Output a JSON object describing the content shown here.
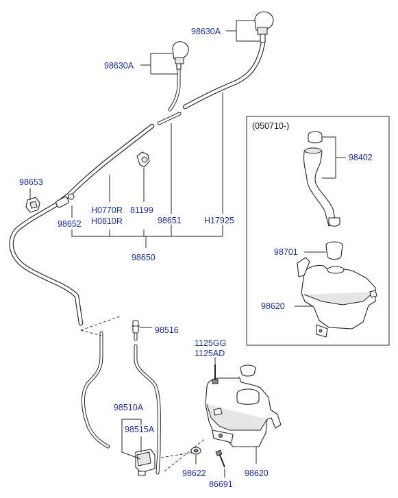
{
  "inset": {
    "title": "(050710-)"
  },
  "labels": {
    "nozzle_right": "98630A",
    "nozzle_left": "98630A",
    "clip_left": "98653",
    "joint_left": "98652",
    "hose_a": "H0770R",
    "hose_b": "H0810R",
    "clip_mid": "81199",
    "joint_mid": "98651",
    "hose_main": "H17925",
    "hose_assy": "98650",
    "connector": "98516",
    "bolt_a": "1125GG",
    "bolt_b": "1125AD",
    "motor_assy": "98510A",
    "motor": "98515A",
    "grommet": "98622",
    "screw": "86691",
    "reservoir": "98620",
    "inset_neck": "98402",
    "inset_seal": "98701",
    "inset_reservoir": "98620"
  }
}
